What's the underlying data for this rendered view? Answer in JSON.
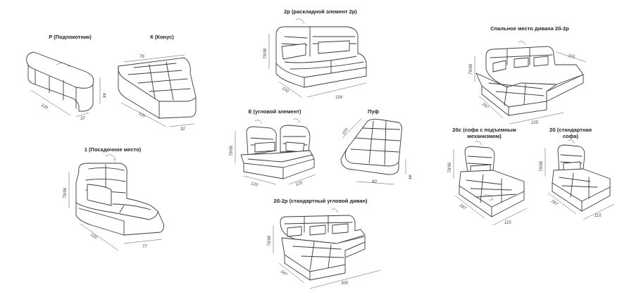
{
  "items": [
    {
      "id": "p",
      "title": "Р (Подлокотник)",
      "dims": [
        "120",
        "37",
        "44"
      ]
    },
    {
      "id": "k",
      "title": "К (Конус)",
      "dims": [
        "76",
        "120",
        "32"
      ]
    },
    {
      "id": "s1",
      "title": "1 (Посадочное место)",
      "dims": [
        "79/96",
        "120",
        "77"
      ]
    },
    {
      "id": "r2",
      "title": "2р (раскладной элемент 2р)",
      "dims": [
        "79/96",
        "120",
        "154"
      ]
    },
    {
      "id": "e",
      "title": "Е (угловой элемент)",
      "dims": [
        "79/96",
        "120",
        "120"
      ]
    },
    {
      "id": "puf",
      "title": "Пуф",
      "dims": [
        "120",
        "80",
        "44"
      ]
    },
    {
      "id": "c22",
      "title": "2б-2р (стандартный угловой диван)",
      "dims": [
        "79/96",
        "187",
        "305"
      ]
    },
    {
      "id": "sp",
      "title": "Спальное место дивана 2б-2р",
      "dims": [
        "79/96",
        "187",
        "225",
        "155"
      ]
    },
    {
      "id": "s2c",
      "title": "2бс (софа с подъемным механизмом)",
      "dims": [
        "79/96",
        "187",
        "115"
      ]
    },
    {
      "id": "s2b",
      "title": "2б (стандартная софа)",
      "dims": [
        "79/96",
        "187",
        "115"
      ]
    }
  ]
}
